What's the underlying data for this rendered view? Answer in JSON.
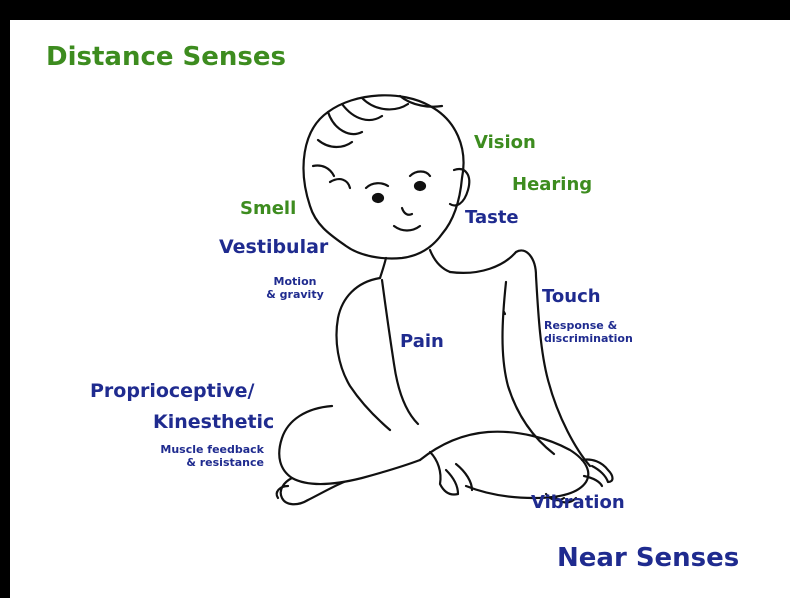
{
  "titles": {
    "distance": "Distance Senses",
    "near": "Near Senses"
  },
  "labels": {
    "vision": "Vision",
    "hearing": "Hearing",
    "smell": "Smell",
    "taste": "Taste",
    "vestibular": "Vestibular",
    "vestibular_sub_1": "Motion",
    "vestibular_sub_2": "& gravity",
    "touch": "Touch",
    "touch_sub_1": "Response &",
    "touch_sub_2": "discrimination",
    "pain": "Pain",
    "proprioceptive_1": "Proprioceptive/",
    "proprioceptive_2": "Kinesthetic",
    "proprioceptive_sub_1": "Muscle feedback",
    "proprioceptive_sub_2": "& resistance",
    "vibration": "Vibration"
  },
  "colors": {
    "distance_green": "#3d8c1f",
    "near_blue": "#1f2b8f",
    "frame": "#000000"
  },
  "illustration": "sitting-baby-line-drawing"
}
